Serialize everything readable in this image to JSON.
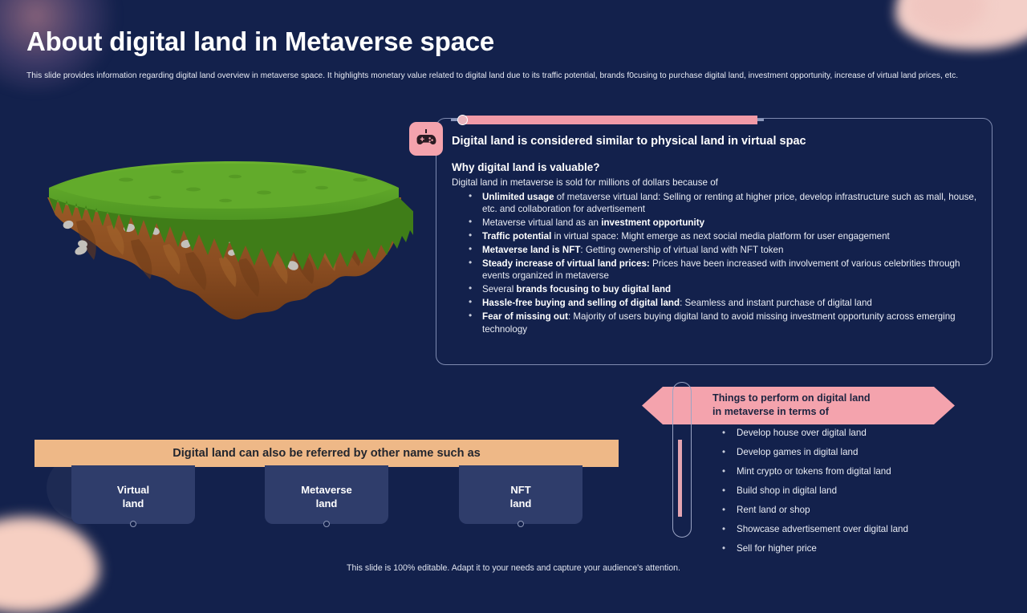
{
  "theme": {
    "background": "#13214c",
    "accent_pink": "#f19aa7",
    "accent_peach": "#eeb887",
    "card_fill": "#2f3d6b",
    "text": "#e9ecf4"
  },
  "header": {
    "title": "About digital land in Metaverse space",
    "subtitle": "This slide provides information regarding digital land overview in metaverse space. It highlights monetary value related to digital land due to its traffic potential, brands f0cusing to purchase digital land, investment opportunity, increase of virtual land prices, etc."
  },
  "main_card": {
    "icon": "gamepad-icon",
    "heading": "Digital land is considered similar to physical land in virtual spac",
    "subheading": "Why digital land is valuable?",
    "lead": "Digital land in metaverse is sold for millions of dollars because of",
    "bullets": [
      {
        "bold": "Unlimited usage",
        "rest": " of metaverse virtual land: Selling or renting at higher price, develop infrastructure such as mall, house, etc. and collaboration for advertisement"
      },
      {
        "pre": "Metaverse virtual land as an ",
        "bold": "investment opportunity",
        "rest": ""
      },
      {
        "bold": "Traffic potential",
        "rest": " in virtual space: Might emerge as next social media platform for user engagement"
      },
      {
        "bold": "Metaverse land is NFT",
        "rest": ": Getting ownership of virtual land with NFT token"
      },
      {
        "bold": "Steady increase of virtual land prices:",
        "rest": " Prices have been increased with involvement of various celebrities through events organized in metaverse"
      },
      {
        "pre": "Several ",
        "bold": "brands focusing to buy digital land",
        "rest": ""
      },
      {
        "bold": "Hassle-free buying and selling of digital land",
        "rest": ": Seamless and instant purchase of digital land"
      },
      {
        "bold": "Fear of missing out",
        "rest": ":  Majority of users buying digital land to avoid missing investment opportunity across emerging technology"
      }
    ]
  },
  "illustration": {
    "name": "floating-island-illustration",
    "grass_color": "#5aa52a",
    "dirt_color": "#8a4f23"
  },
  "perform_section": {
    "banner_line1": "Things to perform on digital land",
    "banner_line2": "in metaverse in terms of",
    "items": [
      "Develop house over digital land",
      "Develop games in digital land",
      "Mint crypto or tokens from digital land",
      "Build shop in digital land",
      "Rent land or shop",
      "Showcase advertisement over digital land",
      "Sell for higher price"
    ]
  },
  "other_names": {
    "banner": "Digital land can also be referred by other name such as",
    "cards": [
      {
        "line1": "Virtual",
        "line2": "land"
      },
      {
        "line1": "Metaverse",
        "line2": "land"
      },
      {
        "line1": "NFT",
        "line2": "land"
      }
    ]
  },
  "footer": {
    "note": "This slide is 100% editable. Adapt it to your needs and capture your audience's attention."
  }
}
